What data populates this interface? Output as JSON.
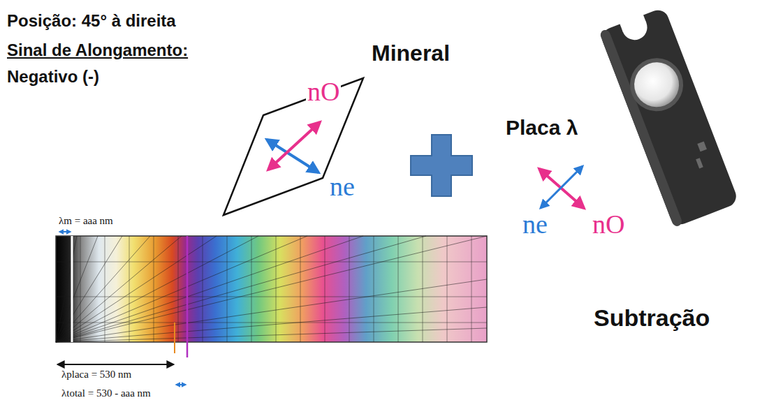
{
  "diagram": {
    "labels": [
      "Posição: 45° à direita",
      "Sinal de Alongamento:",
      "Negativo (-)",
      "Mineral",
      "nO",
      "ne",
      "Placa λ",
      "ne",
      "nO",
      "Subtração",
      "λm = aaa nm",
      "λplaca = 530 nm",
      "λtotal = 530 - aaa nm"
    ]
  }
}
